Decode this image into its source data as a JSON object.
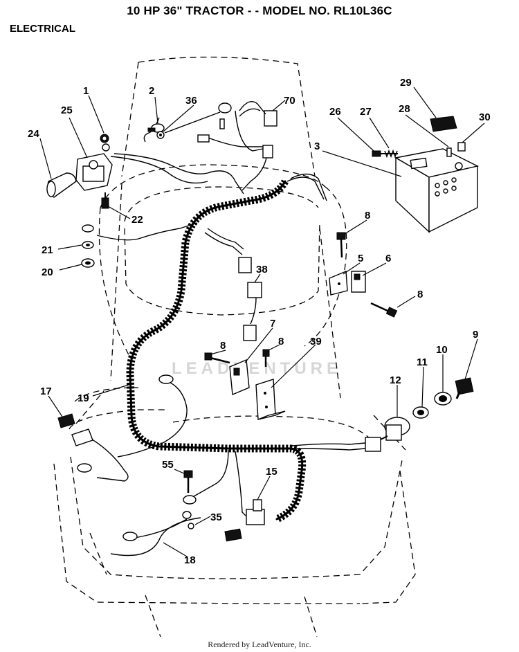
{
  "header": {
    "title": "10 HP 36\" TRACTOR - - MODEL NO. RL10L36C",
    "section": "ELECTRICAL"
  },
  "watermark": "LEADVENTURE",
  "footer": "Rendered by LeadVenture, Inc.",
  "callouts": [
    {
      "id": "c1",
      "label": "1"
    },
    {
      "id": "c2",
      "label": "2"
    },
    {
      "id": "c36",
      "label": "36"
    },
    {
      "id": "c70",
      "label": "70"
    },
    {
      "id": "c29",
      "label": "29"
    },
    {
      "id": "c25",
      "label": "25"
    },
    {
      "id": "c24",
      "label": "24"
    },
    {
      "id": "c26",
      "label": "26"
    },
    {
      "id": "c27",
      "label": "27"
    },
    {
      "id": "c28",
      "label": "28"
    },
    {
      "id": "c30",
      "label": "30"
    },
    {
      "id": "c3",
      "label": "3"
    },
    {
      "id": "c22",
      "label": "22"
    },
    {
      "id": "c21",
      "label": "21"
    },
    {
      "id": "c20",
      "label": "20"
    },
    {
      "id": "c8a",
      "label": "8"
    },
    {
      "id": "c5",
      "label": "5"
    },
    {
      "id": "c6",
      "label": "6"
    },
    {
      "id": "c8b",
      "label": "8"
    },
    {
      "id": "c38",
      "label": "38"
    },
    {
      "id": "c7",
      "label": "7"
    },
    {
      "id": "c8c",
      "label": "8"
    },
    {
      "id": "c8d",
      "label": "8"
    },
    {
      "id": "c39",
      "label": "39"
    },
    {
      "id": "c9",
      "label": "9"
    },
    {
      "id": "c10",
      "label": "10"
    },
    {
      "id": "c11",
      "label": "11"
    },
    {
      "id": "c12",
      "label": "12"
    },
    {
      "id": "c17",
      "label": "17"
    },
    {
      "id": "c19",
      "label": "19"
    },
    {
      "id": "c55",
      "label": "55"
    },
    {
      "id": "c15",
      "label": "15"
    },
    {
      "id": "c35",
      "label": "35"
    },
    {
      "id": "c18",
      "label": "18"
    }
  ]
}
